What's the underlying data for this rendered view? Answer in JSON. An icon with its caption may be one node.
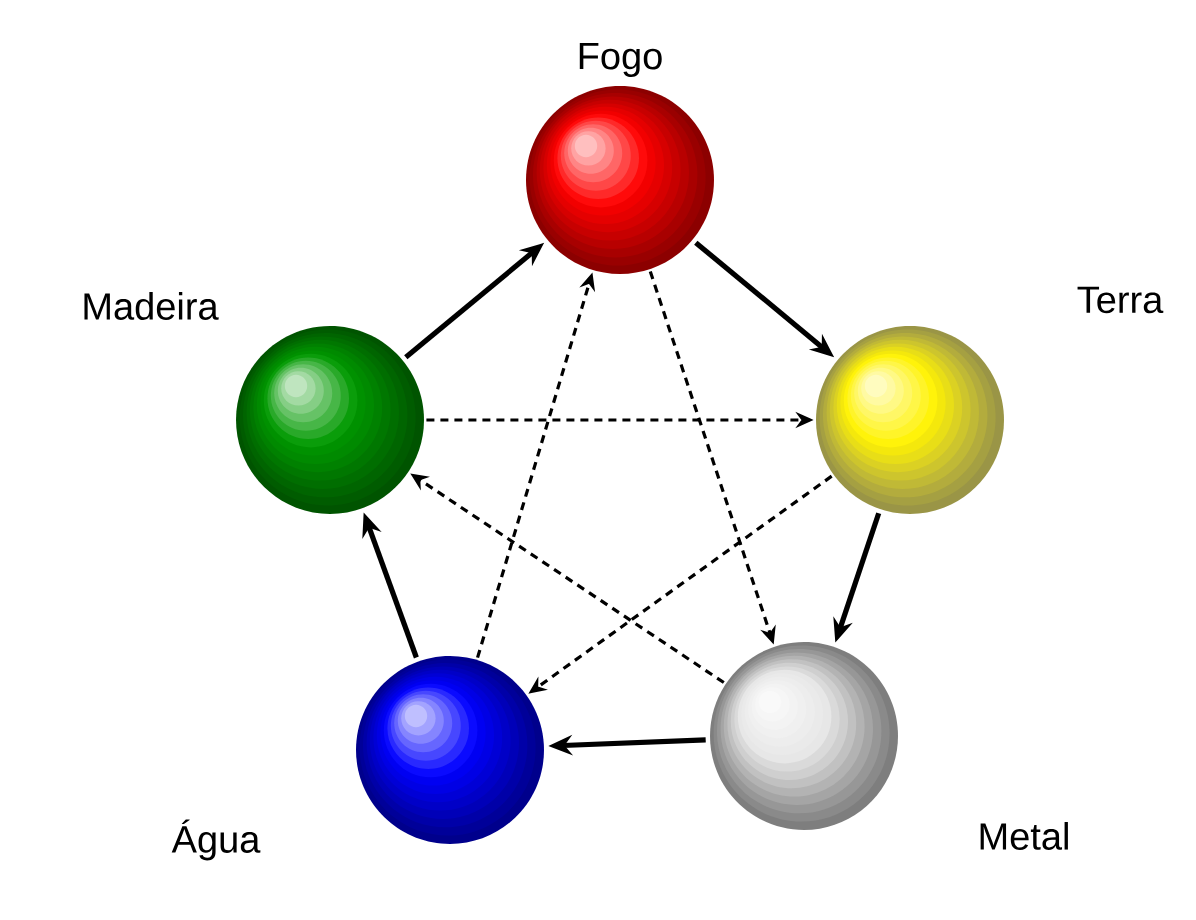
{
  "diagram": {
    "nodes": [
      {
        "text": [
          "Fogo"
        ]
      },
      {
        "text": [
          "Terra"
        ]
      },
      {
        "text": [
          "Metal"
        ]
      },
      {
        "text": [
          "Água"
        ]
      },
      {
        "text": [
          "Madeira"
        ]
      }
    ],
    "edges": [
      {
        "from": 4,
        "to": 0,
        "arrow": "to"
      },
      {
        "from": 0,
        "to": 1,
        "arrow": "to"
      },
      {
        "from": 1,
        "to": 2,
        "arrow": "to"
      },
      {
        "from": 2,
        "to": 3,
        "arrow": "to"
      },
      {
        "from": 3,
        "to": 4,
        "arrow": "to"
      },
      {
        "from": 4,
        "to": 1,
        "arrow": "to",
        "style": "dashed"
      },
      {
        "from": 1,
        "to": 3,
        "arrow": "to",
        "style": "dashed"
      },
      {
        "from": 3,
        "to": 0,
        "arrow": "to",
        "style": "dashed"
      },
      {
        "from": 0,
        "to": 2,
        "arrow": "to",
        "style": "dashed"
      },
      {
        "from": 2,
        "to": 4,
        "arrow": "to",
        "style": "dashed"
      }
    ]
  }
}
